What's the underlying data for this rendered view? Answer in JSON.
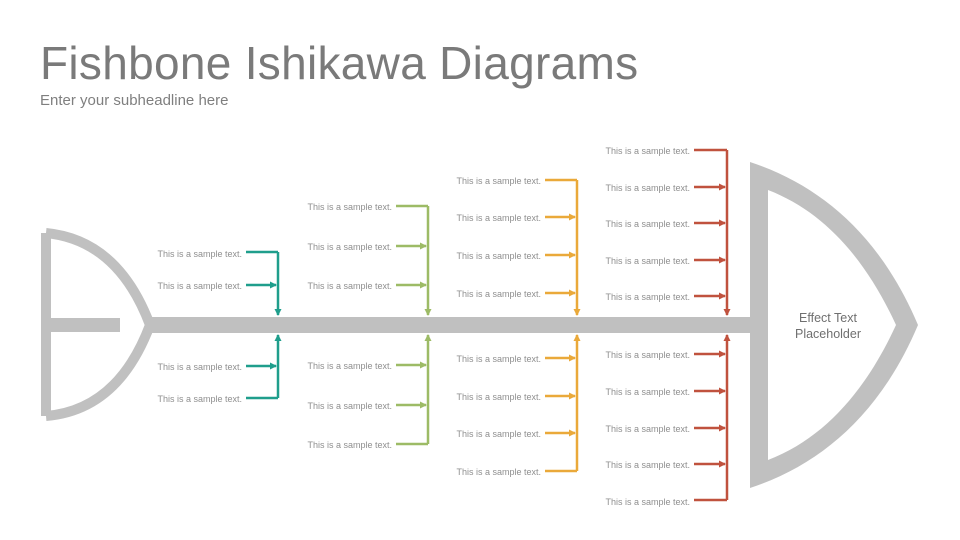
{
  "header": {
    "title": "Fishbone Ishikawa Diagrams",
    "subtitle": "Enter your subheadline here"
  },
  "effect": {
    "line1": "Effect Text",
    "line2": "Placeholder"
  },
  "colors": {
    "spine": "#c0c0c0",
    "group_1": "#1f9e8c",
    "group_2": "#9dbb66",
    "group_3": "#eaa93a",
    "group_4": "#c0523e"
  },
  "cause_groups": [
    {
      "color_key": "group_1",
      "top": [
        "This is a sample text.",
        "This is a sample text."
      ],
      "bottom": [
        "This is a sample text.",
        "This is a sample text."
      ]
    },
    {
      "color_key": "group_2",
      "top": [
        "This is a sample text.",
        "This is a sample text.",
        "This is a sample text."
      ],
      "bottom": [
        "This is a sample text.",
        "This is a sample text.",
        "This is a sample text."
      ]
    },
    {
      "color_key": "group_3",
      "top": [
        "This is a sample text.",
        "This is a sample text.",
        "This is a sample text.",
        "This is a sample text."
      ],
      "bottom": [
        "This is a sample text.",
        "This is a sample text.",
        "This is a sample text.",
        "This is a sample text."
      ]
    },
    {
      "color_key": "group_4",
      "top": [
        "This is a sample text.",
        "This is a sample text.",
        "This is a sample text.",
        "This is a sample text.",
        "This is a sample text."
      ],
      "bottom": [
        "This is a sample text.",
        "This is a sample text.",
        "This is a sample text.",
        "This is a sample text.",
        "This is a sample text."
      ]
    }
  ]
}
